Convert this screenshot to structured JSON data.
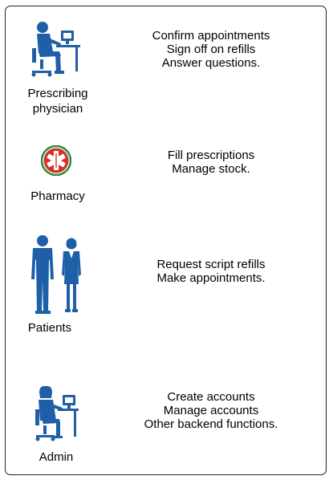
{
  "rows": [
    {
      "role": "Prescribing physician",
      "role_lines": [
        "Prescribing",
        "physician"
      ],
      "icon": "doctor-at-computer-icon",
      "tasks": [
        "Confirm appointments",
        "Sign off on refills",
        "Answer questions."
      ]
    },
    {
      "role": "Pharmacy",
      "icon": "star-of-life-icon",
      "tasks": [
        "Fill prescriptions",
        "Manage stock."
      ]
    },
    {
      "role": "Patients",
      "icon": "patients-icon",
      "tasks": [
        "Request script refills",
        "Make appointments."
      ]
    },
    {
      "role": "Admin",
      "icon": "admin-at-computer-icon",
      "tasks": [
        "Create accounts",
        "Manage accounts",
        "Other backend functions."
      ]
    }
  ],
  "colors": {
    "figure": "#1f5fa8",
    "pharmacy_red": "#d0342c",
    "text": "#000000",
    "border": "#222222"
  }
}
